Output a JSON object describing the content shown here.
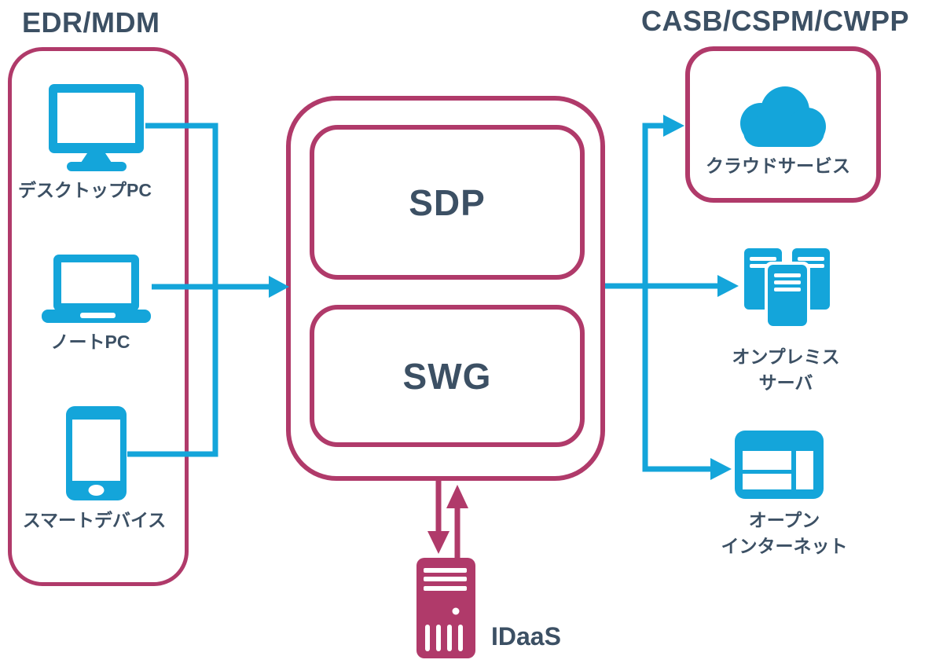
{
  "titles": {
    "left": "EDR/MDM",
    "right": "CASB/CSPM/CWPP"
  },
  "left_group": {
    "desktop_label": "デスクトップPC",
    "laptop_label": "ノートPC",
    "smart_device_label": "スマートデバイス"
  },
  "center": {
    "sdp_label": "SDP",
    "swg_label": "SWG"
  },
  "right_group": {
    "cloud_label": "クラウドサービス",
    "onprem_label_line1": "オンプレミス",
    "onprem_label_line2": "サーバ",
    "open_internet_label_line1": "オープン",
    "open_internet_label_line2": "インターネット"
  },
  "idaas": {
    "label": "IDaaS"
  },
  "icons": {
    "desktop": "desktop-pc-icon",
    "laptop": "laptop-icon",
    "smartphone": "smartphone-icon",
    "cloud": "cloud-icon",
    "onprem_servers": "onprem-servers-icon",
    "open_internet": "open-internet-icon",
    "idaas_server": "idaas-server-icon"
  },
  "colors": {
    "accent_cyan": "#14A5DA",
    "accent_crimson": "#B03A6A",
    "text_dark": "#3C5064"
  }
}
